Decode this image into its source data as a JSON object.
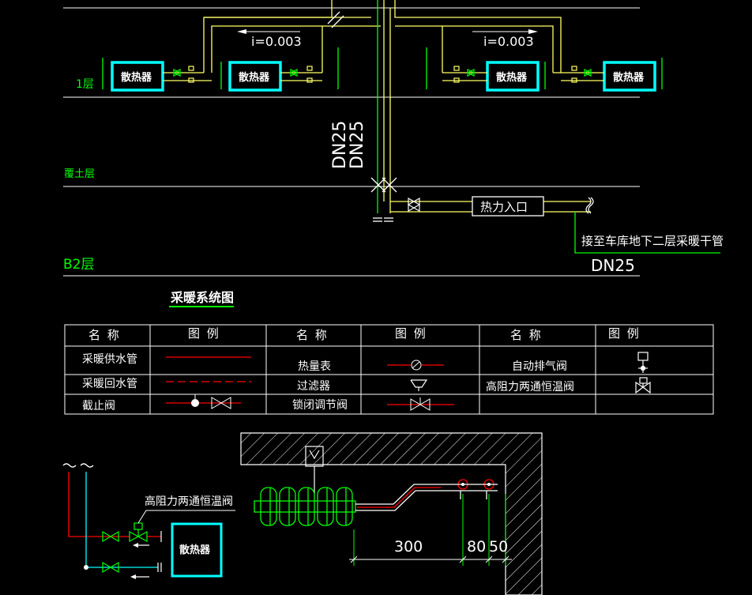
{
  "system": {
    "slope_left": "i=0.003",
    "slope_right": "i=0.003",
    "radiator_label": "散热器",
    "floor_1": "1层",
    "cover_soil_layer": "覆土层",
    "floor_b2": "B2层",
    "riser_size_a": "DN25",
    "riser_size_b": "DN25",
    "heat_inlet": "热力入口",
    "connect_note": "接至车库地下二层采暖干管",
    "main_size": "DN25",
    "title": "采暖系统图"
  },
  "legend_table": {
    "headers": [
      "名 称",
      "图 例",
      "名 称",
      "图 例",
      "名 称",
      "图 例"
    ],
    "rows": [
      [
        "采暖供水管",
        "热量表",
        "自动排气阀"
      ],
      [
        "采暖回水管",
        "过滤器",
        "高阻力两通恒温阀"
      ],
      [
        "截止阀",
        "锁闭调节阀",
        ""
      ]
    ]
  },
  "detail": {
    "valve_label": "高阻力两通恒温阀",
    "radiator_label": "散热器",
    "dim_a": "300",
    "dim_b": "80",
    "dim_c": "50"
  },
  "colors": {
    "background": "#000000",
    "pipe_yellow": "#ffff66",
    "line_green": "#00ff00",
    "radiator_cyan": "#00ffff",
    "supply_red": "#ff0000",
    "text_white": "#ffffff"
  }
}
